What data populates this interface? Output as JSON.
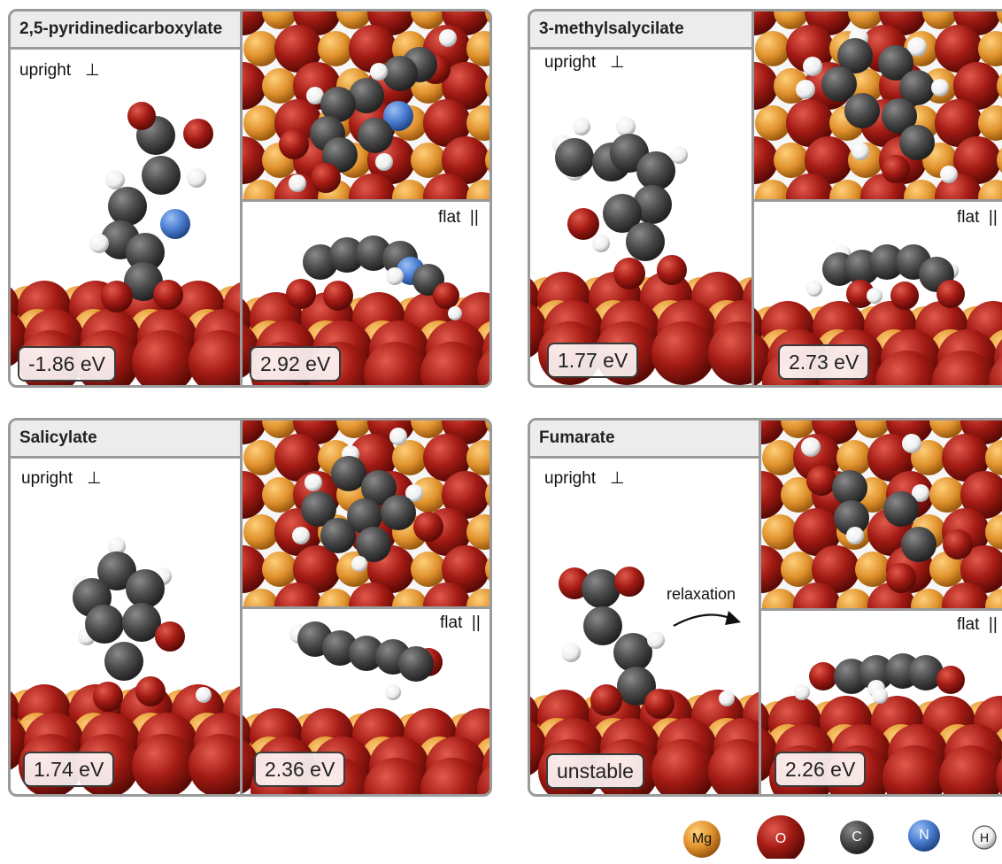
{
  "panels": [
    {
      "title": "2,5-pyridinedicarboxylate",
      "upright_label": "upright",
      "upright_symbol": "⊥",
      "flat_label": "flat",
      "flat_symbol": "||",
      "upright_energy": "-1.86 eV",
      "flat_energy": "2.92 eV"
    },
    {
      "title": "3-methylsalycilate",
      "upright_label": "upright",
      "upright_symbol": "⊥",
      "flat_label": "flat",
      "flat_symbol": "||",
      "upright_energy": "1.77 eV",
      "flat_energy": "2.73 eV"
    },
    {
      "title": "Salicylate",
      "upright_label": "upright",
      "upright_symbol": "⊥",
      "flat_label": "flat",
      "flat_symbol": "||",
      "upright_energy": "1.74 eV",
      "flat_energy": "2.36 eV"
    },
    {
      "title": "Fumarate",
      "upright_label": "upright",
      "upright_symbol": "⊥",
      "flat_label": "flat",
      "flat_symbol": "||",
      "upright_energy": "unstable",
      "flat_energy": "2.26 eV",
      "arrow_label": "relaxation"
    }
  ],
  "legend": [
    {
      "symbol": "Mg",
      "color": "#e0922d"
    },
    {
      "symbol": "O",
      "color": "#a31b14"
    },
    {
      "symbol": "C",
      "color": "#4a4a4a"
    },
    {
      "symbol": "N",
      "color": "#4c7fd3"
    },
    {
      "symbol": "H",
      "color": "#ffffff"
    }
  ],
  "colors": {
    "Mg": "#e0922d",
    "O": "#a31b14",
    "C": "#4a4a4a",
    "N": "#4c7fd3",
    "H": "#f4f4f4",
    "border": "#9a9a9a"
  }
}
